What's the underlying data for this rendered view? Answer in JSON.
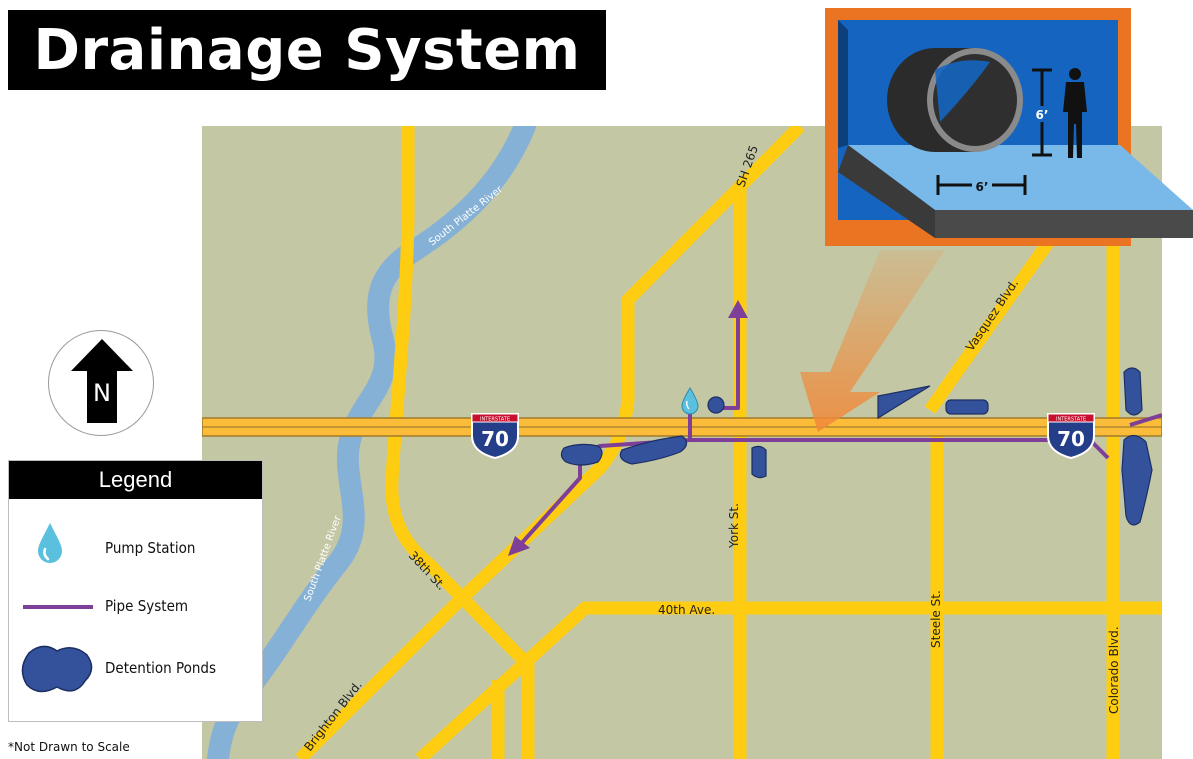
{
  "title": "Drainage System",
  "legend": {
    "heading": "Legend",
    "items": [
      {
        "label": "Pump Station",
        "icon": "water-drop-icon"
      },
      {
        "label": "Pipe System",
        "icon": "purple-line-icon"
      },
      {
        "label": "Detention Ponds",
        "icon": "pond-blob-icon"
      }
    ]
  },
  "north_arrow": {
    "letter": "N"
  },
  "footnote": "*Not Drawn to Scale",
  "map": {
    "rivers": [
      "South Platte River",
      "South Platte River"
    ],
    "roads": {
      "sh265": "SH 265",
      "vasquez": "Vasquez Blvd.",
      "york": "York St.",
      "steele": "Steele St.",
      "colorado": "Colorado Blvd.",
      "ave40": "40th Ave.",
      "st38": "38th St.",
      "brighton": "Brighton Blvd."
    },
    "interstate": {
      "shield_top": "INTERSTATE",
      "number": "70"
    }
  },
  "inset": {
    "width_label": "6’",
    "height_label": "6’"
  },
  "colors": {
    "map_bg": "#c4c7a4",
    "road": "#fecc10",
    "river": "#86b1d6",
    "pipe": "#7d3f98",
    "pond": "#34529c",
    "inset_frame": "#eb7423",
    "inset_wall": "#1565c0"
  }
}
